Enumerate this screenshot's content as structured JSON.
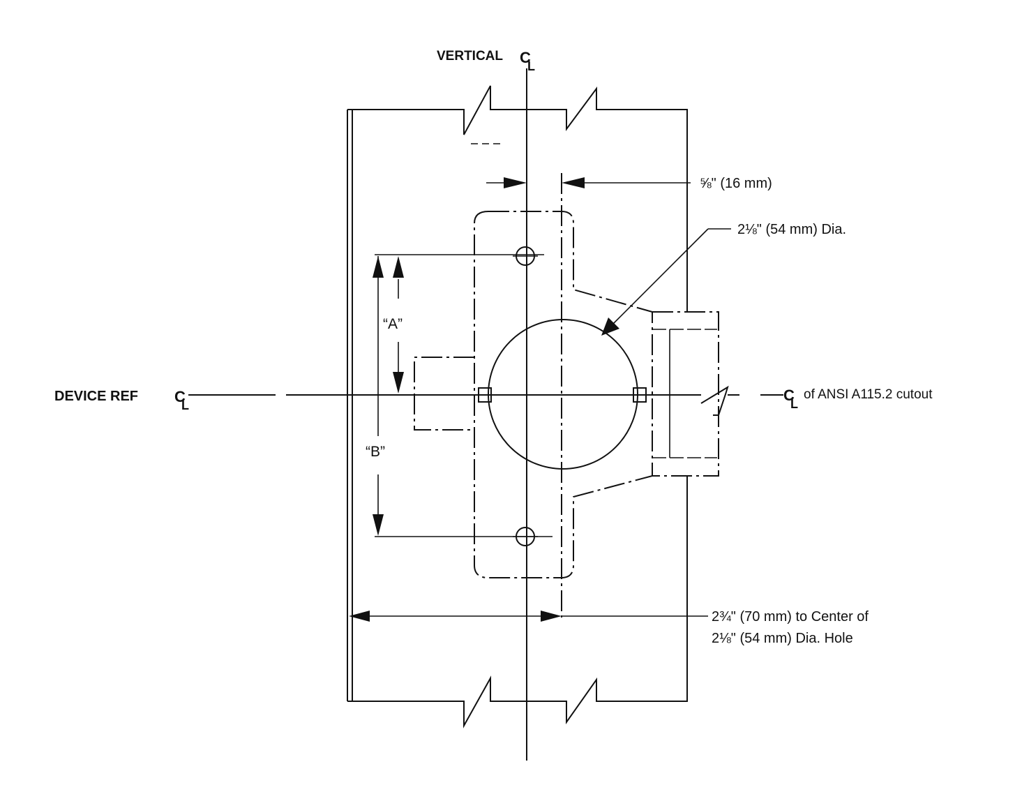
{
  "labels": {
    "vertical_cl": "VERTICAL",
    "device_ref_cl": "DEVICE REF",
    "ansi_cutout": "of ANSI A115.2 cutout",
    "dim_offset": "⅝\" (16 mm)",
    "dim_hole_dia": "2⅛\" (54 mm) Dia.",
    "dim_a": "“A”",
    "dim_b": "“B”",
    "dim_backset_line1": "2¾\" (70 mm) to Center of",
    "dim_backset_line2": "2⅛\" (54 mm) Dia. Hole"
  },
  "centerline_symbol": "C"
}
